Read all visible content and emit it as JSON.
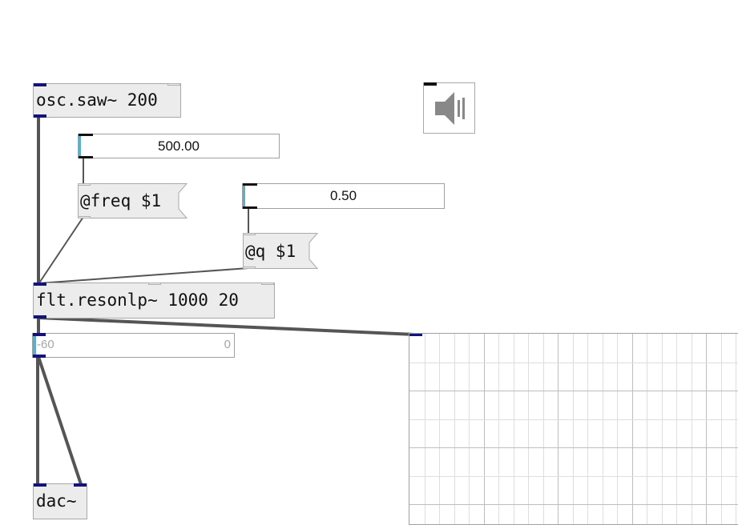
{
  "patch": {
    "osc": {
      "text": "osc.saw~ 200"
    },
    "filter": {
      "text": "flt.resonlp~ 1000 20"
    },
    "dac": {
      "text": "dac~"
    },
    "freq_number": {
      "value": "500.00"
    },
    "q_number": {
      "value": "0.50"
    },
    "freq_message": {
      "text": "@freq $1"
    },
    "q_message": {
      "text": "@q $1"
    },
    "level_meter": {
      "min_label": "-60",
      "max_label": "0"
    },
    "speaker_toggle": {
      "icon": "speaker-icon"
    },
    "scope": {
      "icon": "oscilloscope-grid"
    }
  },
  "colors": {
    "port": "#16127d",
    "object_fill": "#ececec",
    "number_accent": "#5ab0c8",
    "cord": "#555555"
  }
}
